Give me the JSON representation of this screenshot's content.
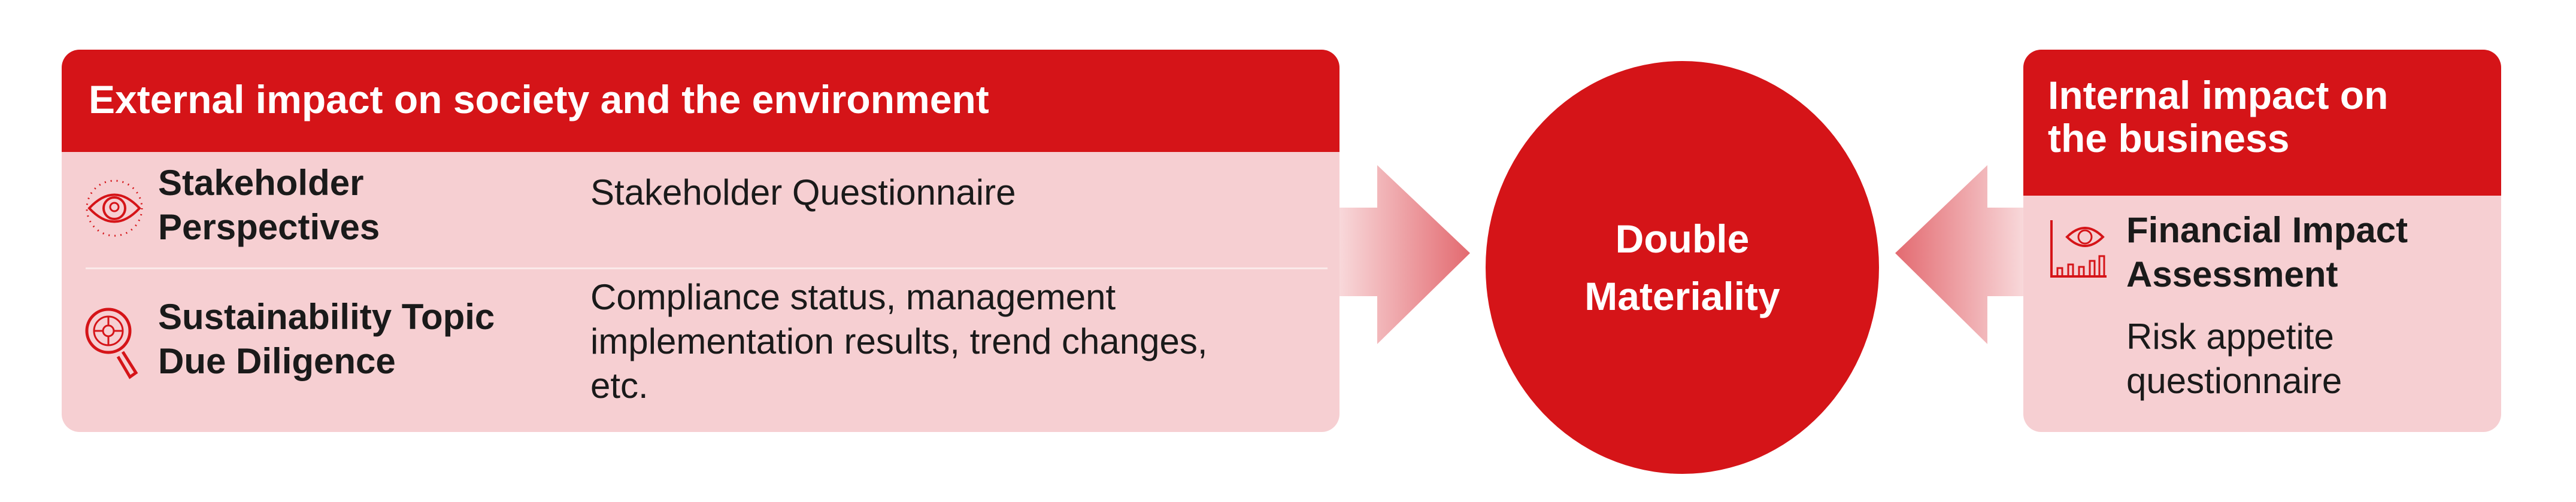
{
  "external": {
    "title": "External impact on society and the environment",
    "rows": [
      {
        "icon": "eye-icon",
        "label_lines": [
          "Stakeholder",
          "Perspectives"
        ],
        "desc_lines": [
          "Stakeholder Questionnaire"
        ]
      },
      {
        "icon": "magnifier-target-icon",
        "label_lines": [
          "Sustainability Topic",
          "Due Diligence"
        ],
        "desc_lines": [
          "Compliance status, management",
          "implementation results, trend changes,",
          "etc."
        ]
      }
    ]
  },
  "center": {
    "lines": [
      "Double",
      "Materiality"
    ]
  },
  "internal": {
    "title_lines": [
      "Internal impact on",
      "the business"
    ],
    "label_lines": [
      "Financial Impact",
      "Assessment"
    ],
    "desc_lines": [
      "Risk appetite",
      "questionnaire"
    ],
    "icon": "eye-chart-icon"
  },
  "colors": {
    "red": "#d51418",
    "pink": "#f6cfd2"
  }
}
